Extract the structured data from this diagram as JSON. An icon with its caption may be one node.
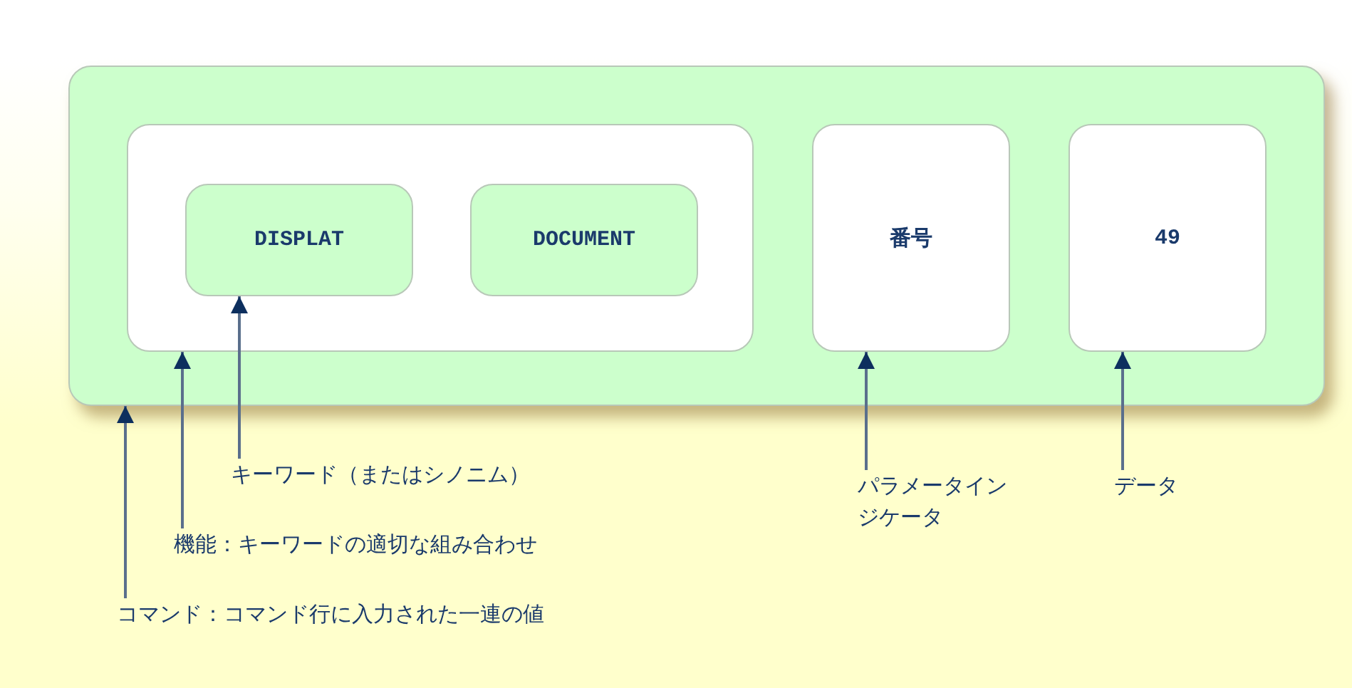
{
  "diagram": {
    "nodes": [
      {
        "text": [],
        "shape": "box"
      },
      {
        "text": [],
        "shape": "box",
        "in": 0
      },
      {
        "text": [
          "DISPLAT"
        ],
        "in": 1
      },
      {
        "text": [
          "DOCUMENT"
        ],
        "in": 1
      },
      {
        "text": [
          "番号"
        ],
        "in": 0
      },
      {
        "text": [
          "49"
        ],
        "in": 0
      },
      {
        "text": [
          "キーワード（またはシノニム）"
        ]
      },
      {
        "text": [
          "パラメータインジケータ"
        ]
      },
      {
        "text": [
          "データ"
        ]
      },
      {
        "text": [
          "機能：キーワードの適切な組み合わせ"
        ]
      },
      {
        "text": [
          "コマンド：コマンド行に入力された一連の値"
        ]
      }
    ],
    "edges": [
      {
        "from": 6,
        "to": 2,
        "arrow": "to"
      },
      {
        "from": 7,
        "to": 4,
        "arrow": "to"
      },
      {
        "from": 8,
        "to": 5,
        "arrow": "to"
      },
      {
        "from": 9,
        "to": 1,
        "arrow": "to"
      },
      {
        "from": 10,
        "to": 0,
        "arrow": "to"
      }
    ]
  }
}
